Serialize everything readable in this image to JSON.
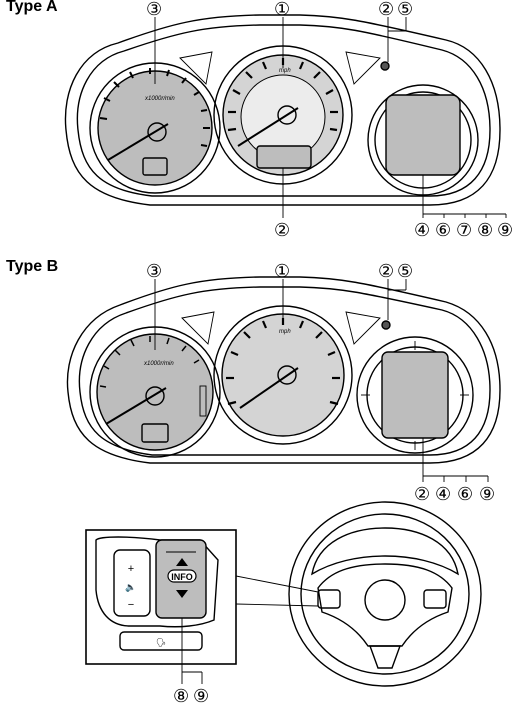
{
  "type_a": {
    "title": "Type A",
    "tach_unit": "x1000r/min",
    "speed_unit": "mph",
    "callouts": {
      "c1": "①",
      "c2": "②",
      "c3": "③",
      "c4": "④",
      "c5": "⑤",
      "c6": "⑥",
      "c7": "⑦",
      "c8": "⑧",
      "c9": "⑨"
    }
  },
  "type_b": {
    "title": "Type B",
    "tach_unit": "x1000r/min",
    "speed_unit": "mph",
    "callouts": {
      "c1": "①",
      "c2": "②",
      "c3": "③",
      "c4": "④",
      "c5": "⑤",
      "c6": "⑥",
      "c9": "⑨"
    }
  },
  "steering": {
    "info_label": "INFO",
    "plus_label": "+",
    "minus_label": "−",
    "callouts": {
      "c8": "⑧",
      "c9": "⑨"
    }
  },
  "colors": {
    "gauge_fill": "#bcbcbc",
    "outline": "#000000",
    "background": "#ffffff"
  }
}
